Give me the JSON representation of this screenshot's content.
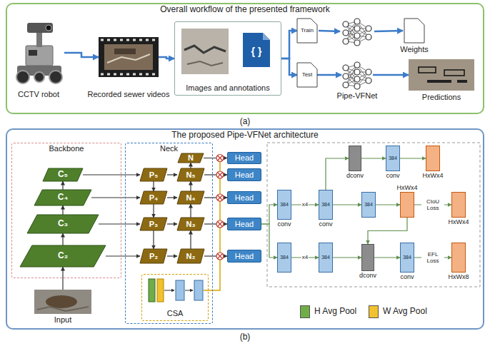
{
  "diagram": {
    "nodes": [
      {
        "text": [
          "Overall workflow of the presented framework"
        ]
      },
      {
        "text": [
          "CCTV robot"
        ],
        "in": 0
      },
      {
        "text": [
          "Recorded sewer videos"
        ],
        "in": 0
      },
      {
        "text": [
          "Images and annotations"
        ],
        "in": 0
      },
      {
        "text": [
          "Train"
        ],
        "in": 0
      },
      {
        "text": [
          "Test"
        ],
        "in": 0
      },
      {
        "text": [
          "Weights"
        ],
        "in": 0
      },
      {
        "text": [
          "Pipe-VFNet"
        ],
        "in": 0
      },
      {
        "text": [
          "Predictions"
        ],
        "in": 0
      },
      {
        "text": [
          "The proposed Pipe-VFNet architecture"
        ]
      },
      {
        "text": [
          "Backbone"
        ],
        "in": 9
      },
      {
        "text": [
          "C₅"
        ],
        "in": 10
      },
      {
        "text": [
          "C₄"
        ],
        "in": 10
      },
      {
        "text": [
          "C₃"
        ],
        "in": 10
      },
      {
        "text": [
          "C₂"
        ],
        "in": 10
      },
      {
        "text": [
          "Input"
        ],
        "in": 9
      },
      {
        "text": [
          "Neck"
        ],
        "in": 9
      },
      {
        "text": [
          "N"
        ],
        "in": 16
      },
      {
        "text": [
          "P₅"
        ],
        "in": 16
      },
      {
        "text": [
          "N₅"
        ],
        "in": 16
      },
      {
        "text": [
          "P₄"
        ],
        "in": 16
      },
      {
        "text": [
          "N₄"
        ],
        "in": 16
      },
      {
        "text": [
          "P₃"
        ],
        "in": 16
      },
      {
        "text": [
          "N₃"
        ],
        "in": 16
      },
      {
        "text": [
          "P₂"
        ],
        "in": 16
      },
      {
        "text": [
          "N₂"
        ],
        "in": 16
      },
      {
        "text": [
          "CSA"
        ],
        "in": 16
      },
      {
        "text": [
          "Head"
        ],
        "in": 9
      },
      {
        "text": [
          "Head"
        ],
        "in": 9
      },
      {
        "text": [
          "Head"
        ],
        "in": 9
      },
      {
        "text": [
          "Head"
        ],
        "in": 9
      },
      {
        "text": [
          "Head"
        ],
        "in": 9
      },
      {
        "text": [
          "dconv"
        ],
        "in": 9
      },
      {
        "text": [
          "384",
          "conv"
        ],
        "in": 9
      },
      {
        "text": [
          "HxWx4"
        ],
        "in": 9
      },
      {
        "text": [
          "384",
          "conv"
        ],
        "in": 9
      },
      {
        "text": [
          "384",
          "conv"
        ],
        "in": 9
      },
      {
        "text": [
          "384"
        ],
        "in": 9
      },
      {
        "text": [
          "HxWx4"
        ],
        "in": 9
      },
      {
        "text": [
          "HxWx4"
        ],
        "in": 9
      },
      {
        "text": [
          "384"
        ],
        "in": 9
      },
      {
        "text": [
          "384"
        ],
        "in": 9
      },
      {
        "text": [
          "dconv"
        ],
        "in": 9
      },
      {
        "text": [
          "384",
          "conv"
        ],
        "in": 9
      },
      {
        "text": [
          "HxWx8"
        ],
        "in": 9
      }
    ],
    "edges": [
      {
        "from": 1,
        "to": 2,
        "arrow": "to"
      },
      {
        "from": 2,
        "to": 3,
        "arrow": "to"
      },
      {
        "from": 3,
        "to": 4,
        "arrow": "to"
      },
      {
        "from": 3,
        "to": 5,
        "arrow": "to"
      },
      {
        "from": 5,
        "to": 7,
        "arrow": "to"
      },
      {
        "from": 7,
        "to": 8,
        "arrow": "to"
      },
      {
        "from": 15,
        "to": 14,
        "arrow": "to"
      },
      {
        "from": 14,
        "to": 13,
        "arrow": "to"
      },
      {
        "from": 13,
        "to": 12,
        "arrow": "to"
      },
      {
        "from": 12,
        "to": 11,
        "arrow": "to"
      },
      {
        "from": 11,
        "to": 18,
        "arrow": "to"
      },
      {
        "from": 12,
        "to": 20,
        "arrow": "to"
      },
      {
        "from": 13,
        "to": 22,
        "arrow": "to"
      },
      {
        "from": 14,
        "to": 24,
        "arrow": "to"
      },
      {
        "from": 18,
        "to": 20,
        "arrow": "to"
      },
      {
        "from": 20,
        "to": 22,
        "arrow": "to"
      },
      {
        "from": 22,
        "to": 24,
        "arrow": "to"
      },
      {
        "from": 18,
        "to": 19,
        "arrow": "to"
      },
      {
        "from": 20,
        "to": 21,
        "arrow": "to"
      },
      {
        "from": 22,
        "to": 23,
        "arrow": "to"
      },
      {
        "from": 24,
        "to": 25,
        "arrow": "to"
      },
      {
        "from": 25,
        "to": 23,
        "arrow": "to"
      },
      {
        "from": 23,
        "to": 21,
        "arrow": "to"
      },
      {
        "from": 21,
        "to": 19,
        "arrow": "to"
      },
      {
        "from": 19,
        "to": 17,
        "arrow": "to"
      },
      {
        "from": 17,
        "to": 27,
        "arrow": "to"
      },
      {
        "from": 19,
        "to": 28,
        "arrow": "to"
      },
      {
        "from": 21,
        "to": 29,
        "arrow": "to"
      },
      {
        "from": 23,
        "to": 30,
        "arrow": "to"
      },
      {
        "from": 25,
        "to": 31,
        "arrow": "to"
      },
      {
        "from": 30,
        "to": 35,
        "arrow": "to"
      },
      {
        "from": 30,
        "to": 40,
        "arrow": "to"
      },
      {
        "from": 35,
        "to": 36,
        "label": "x4",
        "arrow": "to"
      },
      {
        "from": 36,
        "to": 32,
        "arrow": "to"
      },
      {
        "from": 36,
        "to": 37,
        "arrow": "to"
      },
      {
        "from": 32,
        "to": 33,
        "arrow": "to"
      },
      {
        "from": 33,
        "to": 34,
        "arrow": "to"
      },
      {
        "from": 37,
        "to": 38,
        "arrow": "to"
      },
      {
        "from": 38,
        "to": 39,
        "label": "CIoU Loss",
        "arrow": "to"
      },
      {
        "from": 38,
        "to": 42,
        "arrow": "to"
      },
      {
        "from": 40,
        "to": 41,
        "label": "x4",
        "arrow": "to"
      },
      {
        "from": 41,
        "to": 42,
        "arrow": "to"
      },
      {
        "from": 42,
        "to": 43,
        "arrow": "to"
      },
      {
        "from": 43,
        "to": 44,
        "label": "EFL Loss",
        "arrow": "to"
      }
    ],
    "labels": [
      "{ }",
      "(a)",
      "(b)"
    ],
    "legend": [
      {
        "text": "H Avg Pool",
        "color": "#70ad47"
      },
      {
        "text": "W Avg Pool",
        "color": "#f2c12e"
      }
    ]
  }
}
